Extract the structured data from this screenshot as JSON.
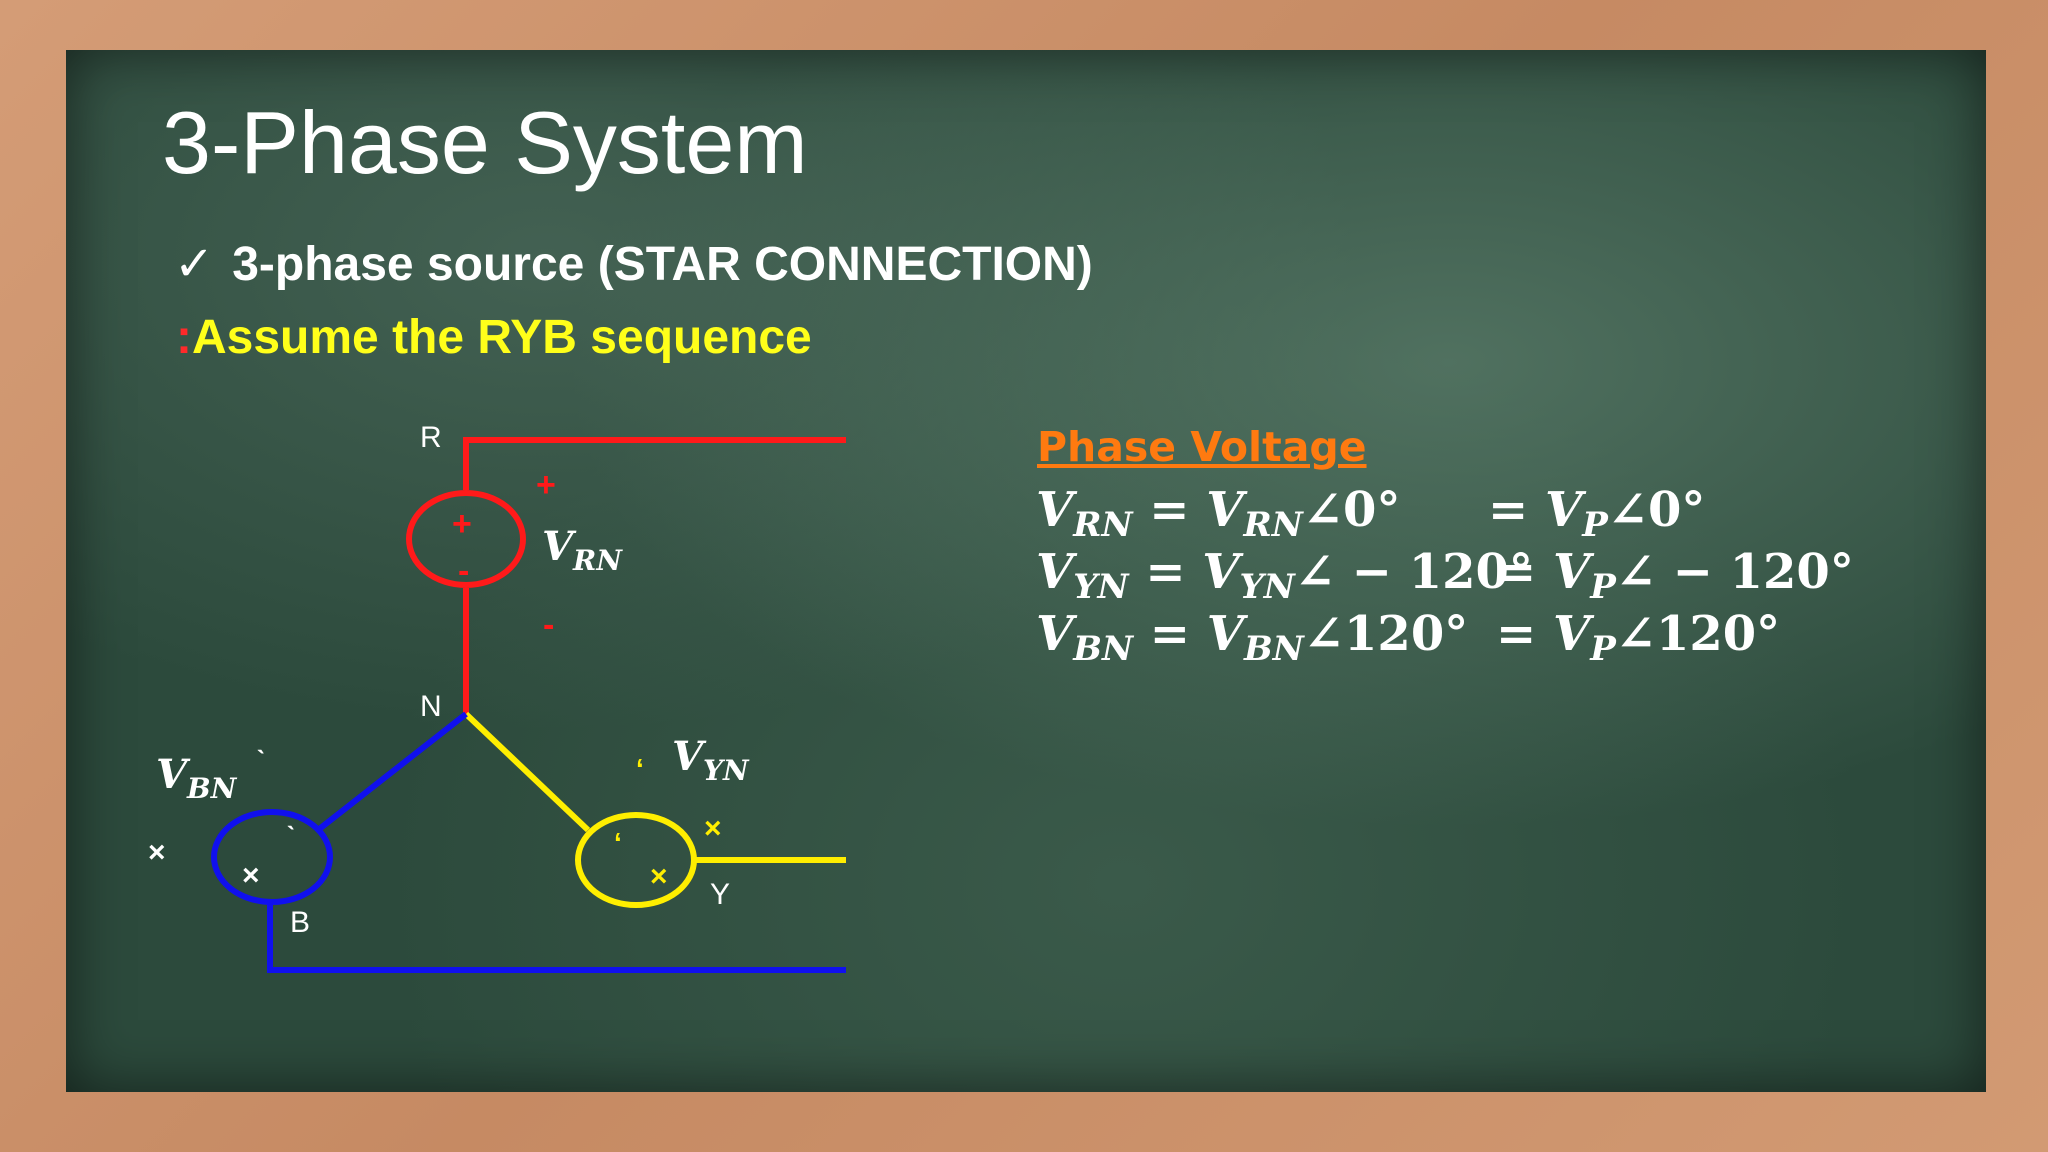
{
  "title": "3-Phase System",
  "bullet": {
    "icon": "check-icon",
    "text": "3-phase source (STAR CONNECTION)"
  },
  "assume": {
    "colon": ":",
    "text": "Assume the RYB sequence"
  },
  "diagram": {
    "nodes": {
      "r": "R",
      "n": "N",
      "y": "Y",
      "b": "B"
    },
    "sources": [
      {
        "name": "V",
        "sub": "RN",
        "color": "#ff1a1a"
      },
      {
        "name": "V",
        "sub": "YN",
        "color": "#ffee00"
      },
      {
        "name": "V",
        "sub": "BN",
        "color": "#1010ee"
      }
    ],
    "polarity": {
      "plus": "+",
      "minus": "-"
    }
  },
  "phase_voltage": {
    "heading": "Phase Voltage",
    "rows": [
      {
        "lhs_sub": "RN",
        "rhs_sub": "RN",
        "angle": "∠0°",
        "vp_sub": "P",
        "vp_angle": "∠0°"
      },
      {
        "lhs_sub": "YN",
        "rhs_sub": "YN",
        "angle": "∠ − 120°",
        "vp_sub": "P",
        "vp_angle": "∠ − 120°"
      },
      {
        "lhs_sub": "BN",
        "rhs_sub": "BN",
        "angle": "∠120°",
        "vp_sub": "P",
        "vp_angle": "∠120°"
      }
    ]
  },
  "colors": {
    "red": "#ff1a1a",
    "yellow": "#ffee00",
    "blue": "#1010ee",
    "orange": "#ff7a10"
  }
}
